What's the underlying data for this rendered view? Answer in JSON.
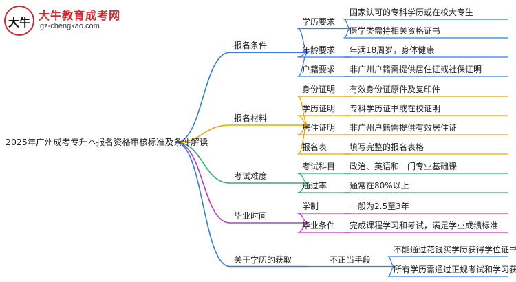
{
  "logo": {
    "mark_text": "大牛",
    "title": "大牛教育成考网",
    "url": "gz-chengkao.com"
  },
  "root": "2025年广州成考专升本报名资格审核标准及条件解读",
  "colors": {
    "branch1": "#2f7ce6",
    "branch2": "#f0a500",
    "branch3": "#26b36b",
    "branch4": "#c832c8",
    "branch5": "#2f7ce6"
  },
  "branches": [
    {
      "label": "报名条件",
      "color_key": "branch1",
      "children": [
        {
          "label": "学历要求",
          "leaves": [
            "国家认可的专科学历或在校大专生",
            "医学类需持相关资格证书"
          ]
        },
        {
          "label": "年龄要求",
          "leaves": [
            "年满18周岁，身体健康"
          ]
        },
        {
          "label": "户籍要求",
          "leaves": [
            "非广州户籍需提供居住证或社保证明"
          ]
        }
      ]
    },
    {
      "label": "报名材料",
      "color_key": "branch2",
      "children": [
        {
          "label": "身份证明",
          "leaves": [
            "有效身份证原件及复印件"
          ]
        },
        {
          "label": "学历证明",
          "leaves": [
            "专科学历证书或在校证明"
          ]
        },
        {
          "label": "居住证明",
          "leaves": [
            "非广州户籍需提供有效居住证"
          ]
        },
        {
          "label": "报名表",
          "leaves": [
            "填写完整的报名表格"
          ]
        }
      ]
    },
    {
      "label": "考试难度",
      "color_key": "branch3",
      "children": [
        {
          "label": "考试科目",
          "leaves": [
            "政治、英语和一门专业基础课"
          ]
        },
        {
          "label": "通过率",
          "leaves": [
            "通常在80%以上"
          ]
        }
      ]
    },
    {
      "label": "毕业时间",
      "color_key": "branch4",
      "children": [
        {
          "label": "学制",
          "leaves": [
            "一般为2.5至3年"
          ]
        },
        {
          "label": "毕业条件",
          "leaves": [
            "完成课程学习和考试，满足学业成绩标准"
          ]
        }
      ]
    },
    {
      "label": "关于学历的获取",
      "color_key": "branch5",
      "children": [
        {
          "label": "不正当手段",
          "leaves": [
            "不能通过花钱买学历获得学位证书",
            "所有学历需通过正规考试和学习获得"
          ]
        }
      ]
    }
  ]
}
